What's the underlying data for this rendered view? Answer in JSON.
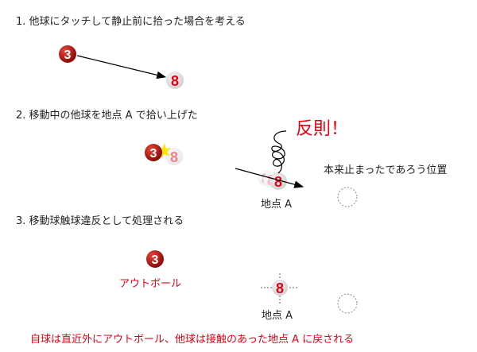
{
  "steps": [
    {
      "title": "1. 他球にタッチして静止前に拾った場合を考える"
    },
    {
      "title": "2. 移動中の他球を地点 A で拾い上げた"
    },
    {
      "title": "3. 移動球触球違反として処理される"
    }
  ],
  "balls": {
    "cue": "3",
    "object": "8"
  },
  "labels": {
    "foul": "反則！",
    "expected_position": "本来止まったであろう位置",
    "point_a_2": "地点 A",
    "point_a_3": "地点 A",
    "out_ball": "アウトボール",
    "conclusion": "自球は直近外にアウトボール、他球は接触のあった地点 A に戻される"
  },
  "colors": {
    "accent": "#e60012",
    "ball_red": "#c0140c"
  }
}
